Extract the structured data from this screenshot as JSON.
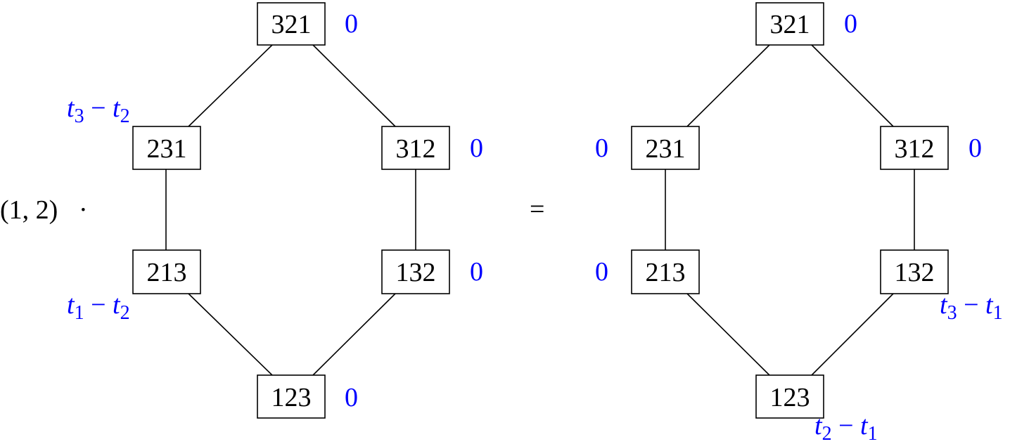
{
  "prefix": {
    "permutation": "(1, 2)",
    "operator": "·"
  },
  "equals": "=",
  "colors": {
    "label_blue": "#0000ff",
    "edge_black": "#000000"
  },
  "left_poset": {
    "nodes": {
      "n321": {
        "label": "321",
        "weight": "0"
      },
      "n231": {
        "label": "231",
        "weight_var1": "t",
        "weight_sub1": "3",
        "weight_minus": " − ",
        "weight_var2": "t",
        "weight_sub2": "2"
      },
      "n312": {
        "label": "312",
        "weight": "0"
      },
      "n213": {
        "label": "213",
        "weight_var1": "t",
        "weight_sub1": "1",
        "weight_minus": " − ",
        "weight_var2": "t",
        "weight_sub2": "2"
      },
      "n132": {
        "label": "132",
        "weight": "0"
      },
      "n123": {
        "label": "123",
        "weight": "0"
      }
    }
  },
  "right_poset": {
    "nodes": {
      "n321": {
        "label": "321",
        "weight": "0"
      },
      "n231": {
        "label": "231",
        "weight": "0"
      },
      "n312": {
        "label": "312",
        "weight": "0"
      },
      "n213": {
        "label": "213",
        "weight": "0"
      },
      "n132": {
        "label": "132",
        "weight_var1": "t",
        "weight_sub1": "3",
        "weight_minus": " − ",
        "weight_var2": "t",
        "weight_sub2": "1"
      },
      "n123": {
        "label": "123",
        "weight_var1": "t",
        "weight_sub1": "2",
        "weight_minus": " − ",
        "weight_var2": "t",
        "weight_sub2": "1"
      }
    }
  }
}
